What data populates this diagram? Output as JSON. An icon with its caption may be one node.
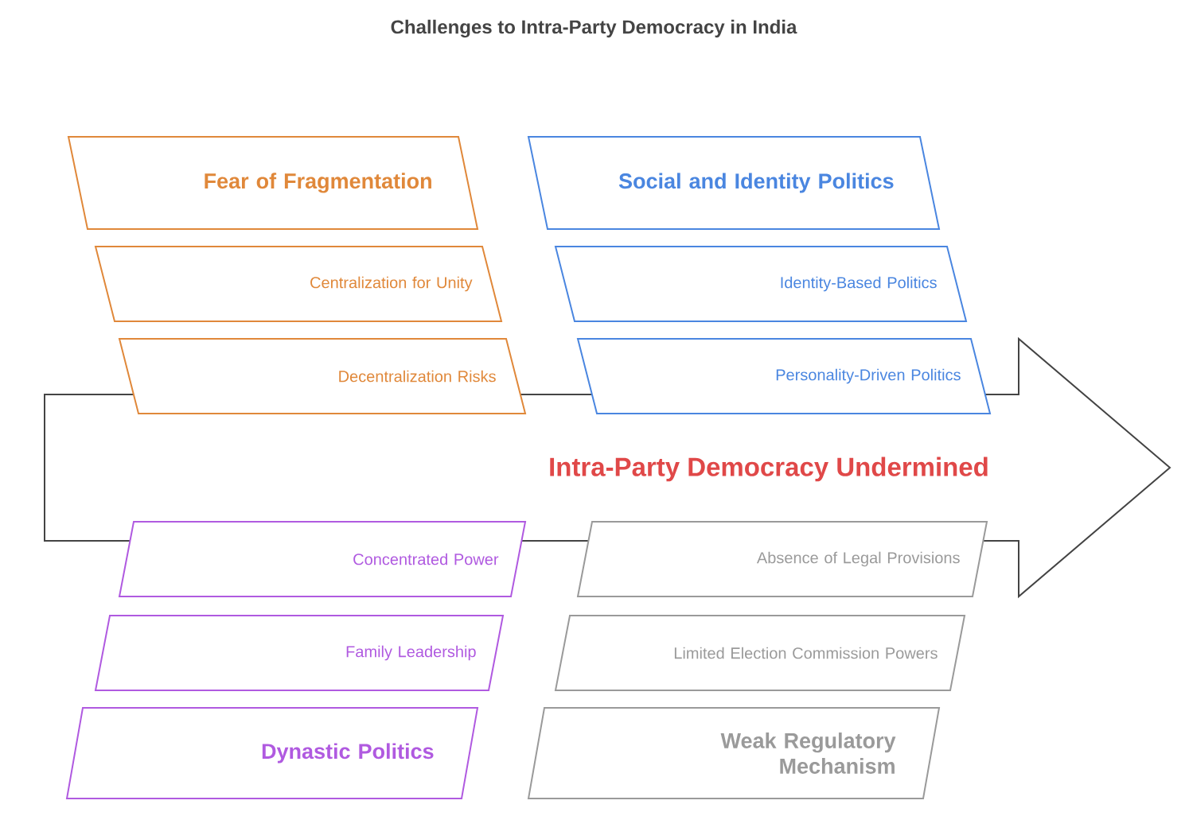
{
  "diagram": {
    "title": "Challenges to Intra-Party Democracy in India",
    "nodes": [
      {
        "text": [
          "Intra-Party Democracy Undermined"
        ]
      },
      {
        "text": [
          "Fear of Fragmentation"
        ]
      },
      {
        "text": [
          "Centralization for Unity"
        ]
      },
      {
        "text": [
          "Decentralization Risks"
        ]
      },
      {
        "text": [
          "Social and Identity Politics"
        ]
      },
      {
        "text": [
          "Identity-Based Politics"
        ]
      },
      {
        "text": [
          "Personality-Driven Politics"
        ]
      },
      {
        "text": [
          "Concentrated Power"
        ]
      },
      {
        "text": [
          "Family Leadership"
        ]
      },
      {
        "text": [
          "Dynastic Politics"
        ]
      },
      {
        "text": [
          "Absence of Legal Provisions"
        ]
      },
      {
        "text": [
          "Limited Election Commission Powers"
        ]
      },
      {
        "text": [
          "Weak Regulatory Mechanism"
        ]
      }
    ],
    "edges": []
  }
}
